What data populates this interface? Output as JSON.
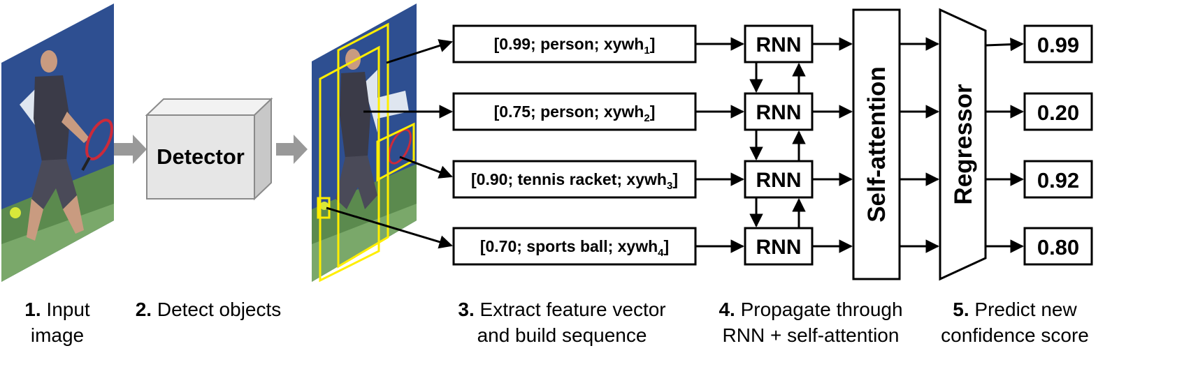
{
  "detector_label": "Detector",
  "features": [
    {
      "text": "[0.99; person; xywh",
      "sub": "1",
      "close": "]"
    },
    {
      "text": "[0.75; person; xywh",
      "sub": "2",
      "close": "]"
    },
    {
      "text": "[0.90; tennis racket; xywh",
      "sub": "3",
      "close": "]"
    },
    {
      "text": "[0.70; sports ball; xywh",
      "sub": "4",
      "close": "]"
    }
  ],
  "rnn_label": "RNN",
  "self_attention_label": "Self-attention",
  "regressor_label": "Regressor",
  "scores": [
    "0.99",
    "0.20",
    "0.92",
    "0.80"
  ],
  "captions": [
    {
      "num": "1.",
      "line1": " Input",
      "line2": "image"
    },
    {
      "num": "2.",
      "line1": " Detect objects",
      "line2": ""
    },
    {
      "num": "3.",
      "line1": " Extract feature vector",
      "line2": "and build sequence"
    },
    {
      "num": "4.",
      "line1": " Propagate through",
      "line2": "RNN + self-attention"
    },
    {
      "num": "5.",
      "line1": " Predict new",
      "line2": "confidence score"
    }
  ],
  "colors": {
    "image_sky": "#2e4f91",
    "image_court": "#5b8a4e",
    "detection_box": "#ffee00",
    "detector_face": "#e6e6e6",
    "arrow_gray": "#999999"
  },
  "icons": [
    "person-silhouette-icon",
    "tennis-racket-icon",
    "tennis-ball-icon"
  ]
}
